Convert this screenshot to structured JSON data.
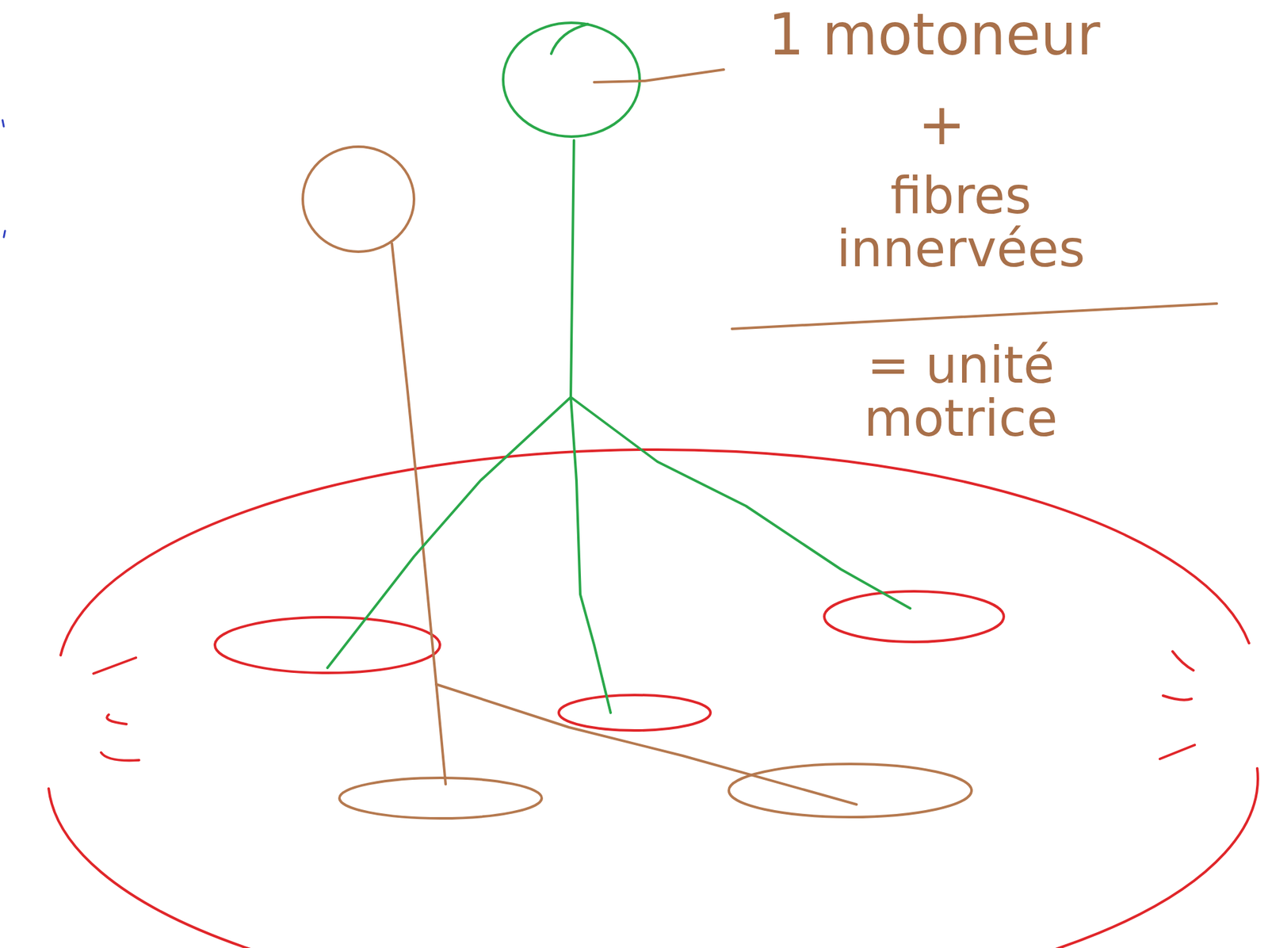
{
  "diagram": {
    "labels": [
      "1 motoneur",
      "+",
      "fibres innervées",
      "= unité motrice"
    ]
  }
}
